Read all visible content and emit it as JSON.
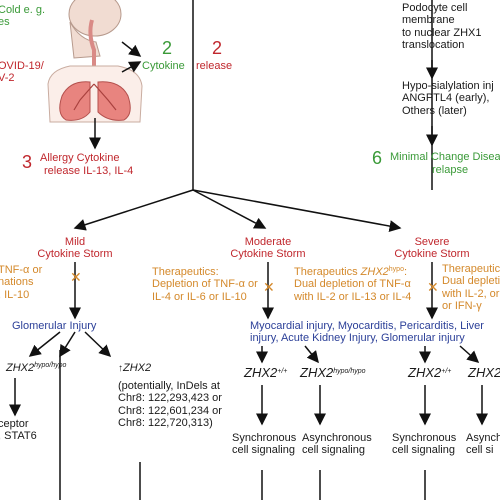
{
  "lead": {
    "cold": [
      "Cold e. g.",
      "es"
    ],
    "covid": [
      "OVID-19/",
      "V-2"
    ]
  },
  "podocyte": [
    "Podocyte cell",
    "membrane",
    "to nuclear ZHX1",
    "translocation"
  ],
  "hyposialylation": [
    "Hypo-sialylation inj",
    "ANGPTL4 (early),",
    "Others (later)"
  ],
  "step2": {
    "num_a": "2",
    "label_a": "Cytokine",
    "num_b": "2",
    "label_b": "release"
  },
  "step3": {
    "num": "3",
    "line1": "Allergy Cytokine",
    "line2": "release IL-13, IL-4"
  },
  "step6": {
    "num": "6",
    "line1": "Minimal Change Disea",
    "line2": "relapse"
  },
  "storms": {
    "mild": [
      "Mild",
      "Cytokine Storm"
    ],
    "moderate": [
      "Moderate",
      "Cytokine Storm"
    ],
    "severe": [
      "Severe",
      "Cytokine Storm"
    ]
  },
  "therapeutics": {
    "left": [
      "TNF-α or",
      "nations",
      ", IL-10"
    ],
    "moderate": [
      "Therapeutics:",
      "Depletion of TNF-α or",
      "IL-4 or IL-6 or IL-10"
    ],
    "zhx2_prefix": "Therapeutics ",
    "zhx2_gene": "ZHX2",
    "zhx2_sup": "hypo",
    "zhx2_suffix": ":",
    "zhx2_rest": [
      "Dual depletion of TNF-α",
      "with IL-2 or IL-13 or IL-4"
    ],
    "right": [
      "Therapeutics",
      "Dual depletio",
      "with IL-2, or",
      "or IFN-γ"
    ]
  },
  "glomerular": "Glomerular Injury",
  "myocardial": [
    "Myocardial injury, Myocarditis, Pericarditis, Liver",
    "injury, Acute Kidney Injury, Glomerular injury"
  ],
  "genotypes": {
    "left_hypo": "ZHX2",
    "left_hypo_sup": "hypo/hypo",
    "left_zhx2": "ZHX2",
    "mod_wt": "ZHX2",
    "mod_wt_sup": "+/+",
    "mod_hypo": "ZHX2",
    "mod_hypo_sup": "hypo/hypo",
    "sev_wt": "ZHX2",
    "sev_wt_sup": "+/+",
    "sev_cut": "ZHX2"
  },
  "indels": [
    "(potentially, InDels at",
    "Chr8: 122,293,423 or",
    "Chr8: 122,601,234 or",
    "Chr8: 122,720,313)"
  ],
  "signaling": {
    "sync": [
      "Synchronous",
      "cell signaling"
    ],
    "async": [
      "Asynchronous",
      "cell signaling"
    ],
    "sync2": [
      "Synchronous",
      "cell signaling"
    ],
    "async2": [
      "Asynch",
      "cell si"
    ]
  },
  "receptor": [
    "ceptor",
    ", STAT6"
  ],
  "colors": {
    "green": "#3a9a38",
    "red": "#c0272d",
    "orange": "#d4892b",
    "blue": "#2b3f98"
  }
}
